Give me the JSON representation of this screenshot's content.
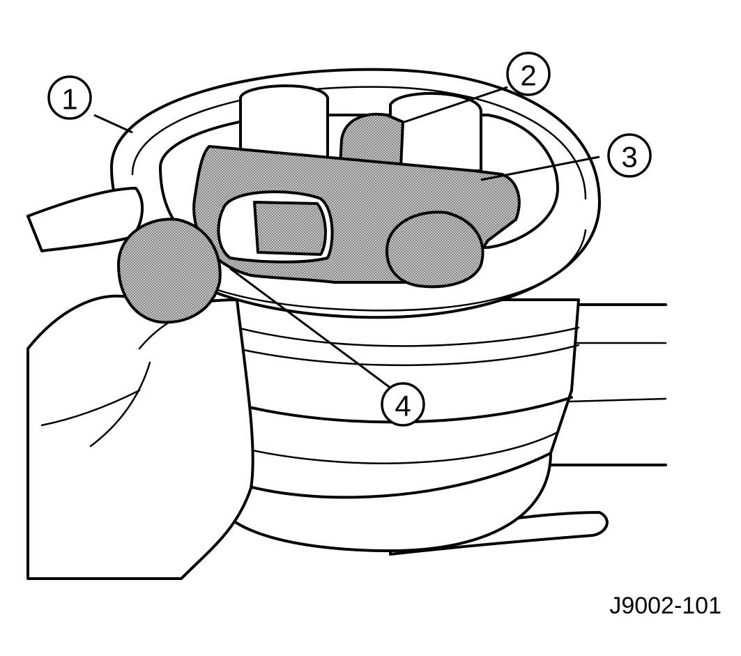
{
  "figure": {
    "id": "J9002-101",
    "callouts": [
      {
        "number": "1"
      },
      {
        "number": "2"
      },
      {
        "number": "3"
      },
      {
        "number": "4"
      }
    ]
  },
  "colors": {
    "ink": "#000000",
    "background": "#ffffff",
    "shade": "#9a9a9a"
  }
}
